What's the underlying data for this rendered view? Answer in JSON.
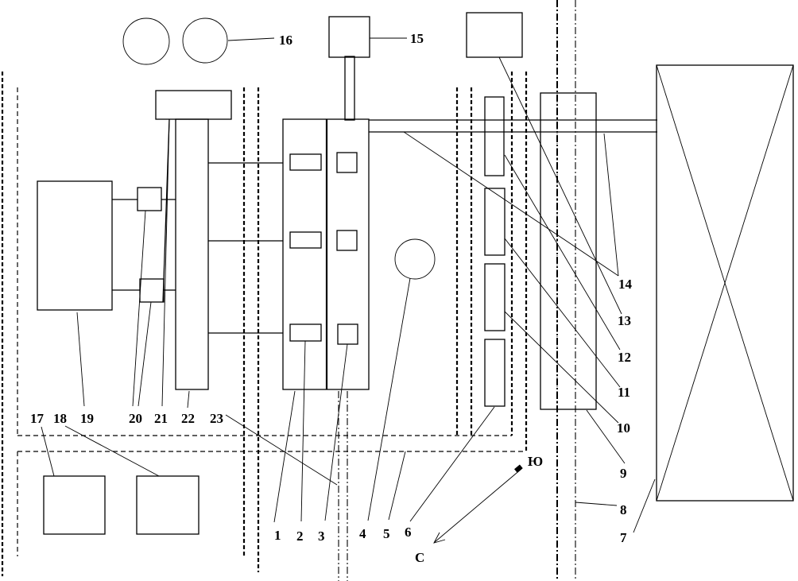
{
  "diagram": {
    "labels": {
      "l1": "1",
      "l2": "2",
      "l3": "3",
      "l4": "4",
      "l5": "5",
      "l6": "6",
      "l7": "7",
      "l8": "8",
      "l9": "9",
      "l10": "10",
      "l11": "11",
      "l12": "12",
      "l13": "13",
      "l14": "14",
      "l15": "15",
      "l16": "16",
      "l17": "17",
      "l18": "18",
      "l19": "19",
      "l20": "20",
      "l21": "21",
      "l22": "22",
      "l23": "23"
    },
    "compass": {
      "south": "Ю",
      "north": "С"
    }
  }
}
